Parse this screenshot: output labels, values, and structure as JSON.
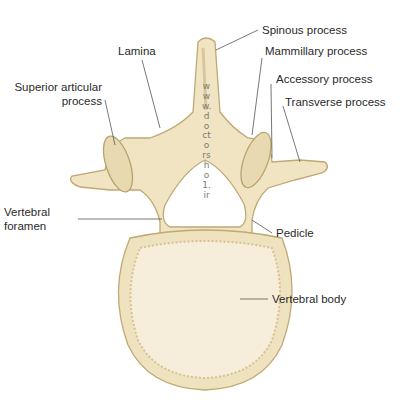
{
  "diagram": {
    "labels": [
      "Spinous process",
      "Lamina",
      "Mammillary process",
      "Superior articular process",
      "Accessory process",
      "Transverse process",
      "Vertebral foramen",
      "Pedicle",
      "Vertebral body",
      "www.doctorsho1.ir"
    ]
  }
}
